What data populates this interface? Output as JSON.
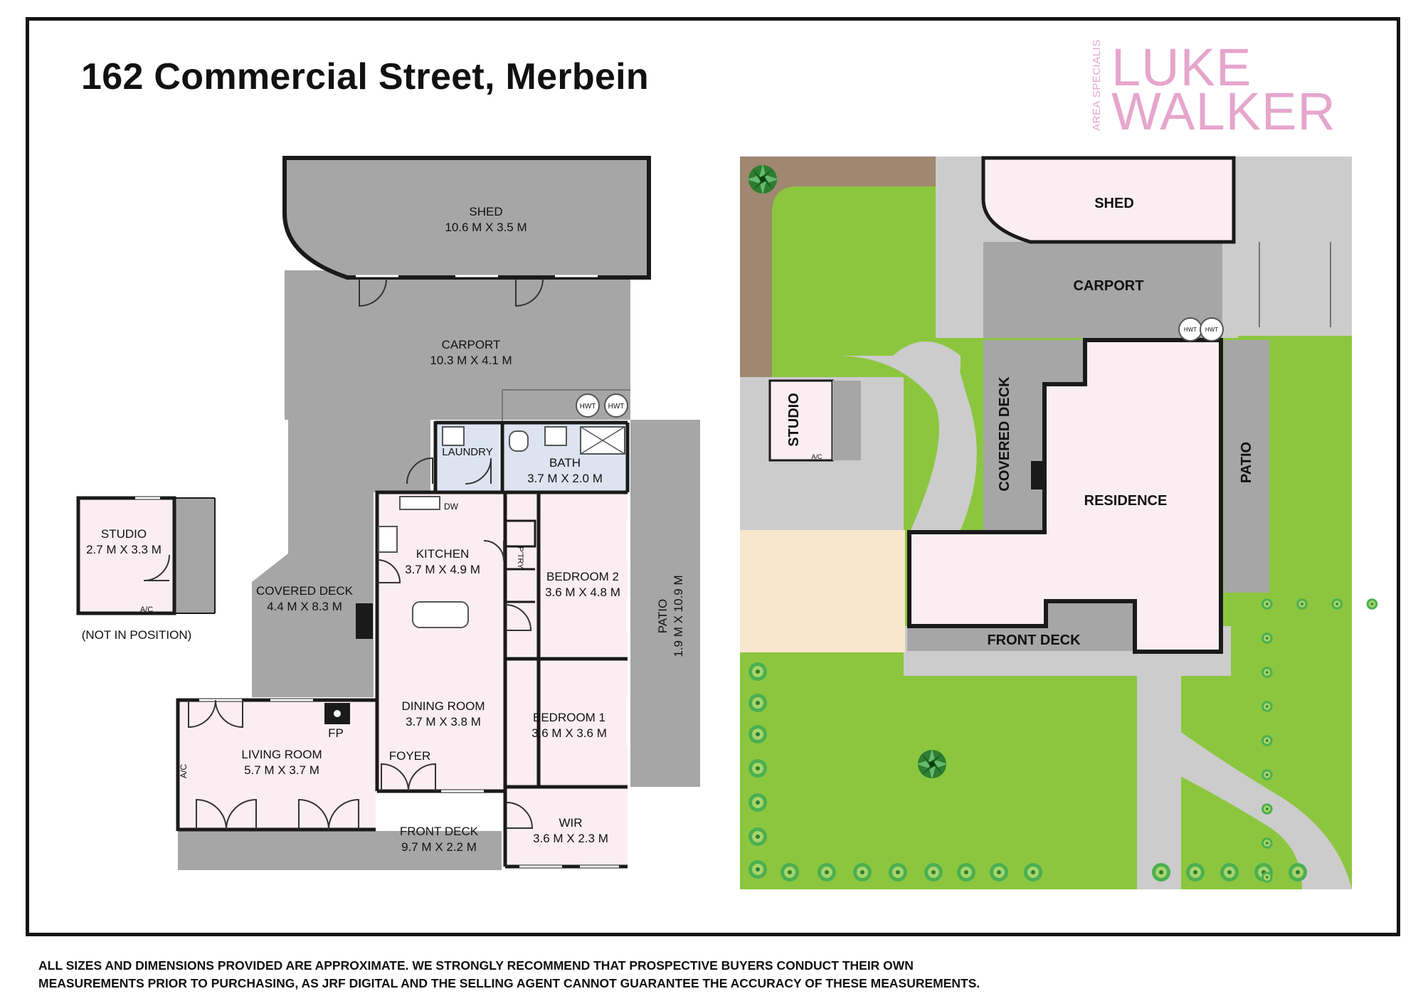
{
  "title": "162 Commercial Street, Merbein",
  "logo": {
    "tagline": "AREA SPECIALIST",
    "name_line1": "LUKE",
    "name_line2": "WALKER",
    "color": "#e6a6cc"
  },
  "floor_plan": {
    "rooms": {
      "shed": {
        "name": "SHED",
        "dims": "10.6 M X 3.5 M"
      },
      "carport": {
        "name": "CARPORT",
        "dims": "10.3 M X 4.1 M"
      },
      "laundry": {
        "name": "LAUNDRY"
      },
      "bath": {
        "name": "BATH",
        "dims": "3.7 M X 2.0 M"
      },
      "kitchen": {
        "name": "KITCHEN",
        "dims": "3.7 M X 4.9 M"
      },
      "bedroom2": {
        "name": "BEDROOM 2",
        "dims": "3.6 M X 4.8 M"
      },
      "covered_deck": {
        "name": "COVERED DECK",
        "dims": "4.4 M X 8.3 M"
      },
      "patio": {
        "name": "PATIO",
        "dims": "1.9 M X 10.9 M"
      },
      "dining": {
        "name": "DINING ROOM",
        "dims": "3.7 M X 3.8 M"
      },
      "bedroom1": {
        "name": "BEDROOM 1",
        "dims": "3.6 M X 3.6 M"
      },
      "living": {
        "name": "LIVING ROOM",
        "dims": "5.7 M X 3.7 M"
      },
      "foyer": {
        "name": "FOYER"
      },
      "wir": {
        "name": "WIR",
        "dims": "3.6 M X 2.3 M"
      },
      "front_deck": {
        "name": "FRONT DECK",
        "dims": "9.7 M X 2.2 M"
      },
      "studio": {
        "name": "STUDIO",
        "dims": "2.7 M X 3.3 M"
      }
    },
    "labels": {
      "studio_note": "(NOT IN POSITION)",
      "hwt": "HWT",
      "dw": "DW",
      "pantry": "P'TRY",
      "fp": "FP",
      "ac": "A/C"
    }
  },
  "site_plan": {
    "labels": {
      "shed": "SHED",
      "carport": "CARPORT",
      "studio": "STUDIO",
      "covered_deck": "COVERED DECK",
      "residence": "RESIDENCE",
      "patio": "PATIO",
      "front_deck": "FRONT DECK",
      "hwt": "HWT",
      "ac": "A/C"
    }
  },
  "colors": {
    "room_pink": "#fbeef2",
    "wet_blue": "#dde4f0",
    "deck_grey": "#a6a6a6",
    "grass": "#8cc63f",
    "dirt": "#a08770",
    "sand": "#f8e7cc",
    "path": "#cccccc",
    "wall": "#1a1a1a"
  },
  "disclaimer": {
    "line1": "ALL SIZES AND DIMENSIONS PROVIDED ARE APPROXIMATE. WE STRONGLY RECOMMEND THAT PROSPECTIVE BUYERS CONDUCT THEIR OWN",
    "line2": "MEASUREMENTS PRIOR TO PURCHASING, AS JRF DIGITAL AND THE SELLING AGENT CANNOT GUARANTEE THE ACCURACY OF THESE MEASUREMENTS."
  }
}
